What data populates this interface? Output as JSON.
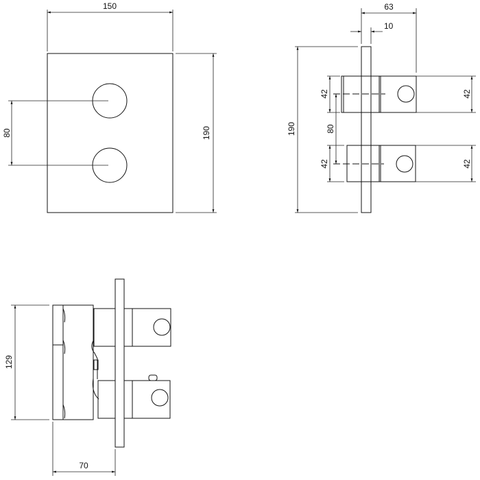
{
  "front_view": {
    "width_dim": "150",
    "height_dim": "190",
    "spacing_dim": "80"
  },
  "side_view": {
    "height_dim": "190",
    "depth_dim": "63",
    "plate_dim": "10",
    "spacing_dim": "80",
    "handle_left_top": "42",
    "handle_left_bottom": "42",
    "handle_right_top": "42",
    "handle_right_bottom": "42"
  },
  "section_view": {
    "height_dim": "129",
    "depth_dim": "70"
  },
  "colors": {
    "line": "#111111",
    "background": "#ffffff"
  }
}
